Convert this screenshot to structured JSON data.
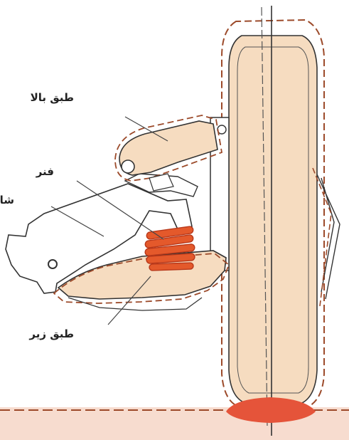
{
  "labels": {
    "upper_arm": "طبق بالا",
    "spring": "فنر",
    "chassis": "شاسی",
    "lower_arm": "طبق زیر"
  },
  "colors": {
    "part_fill": "#f6dcc0",
    "spring": "#e4592b",
    "spring_dark": "#b8381a",
    "ground": "#f3c9b5",
    "contact_patch": "#e5543a",
    "dashed_outline": "#9c4a2a",
    "line": "#333333"
  }
}
